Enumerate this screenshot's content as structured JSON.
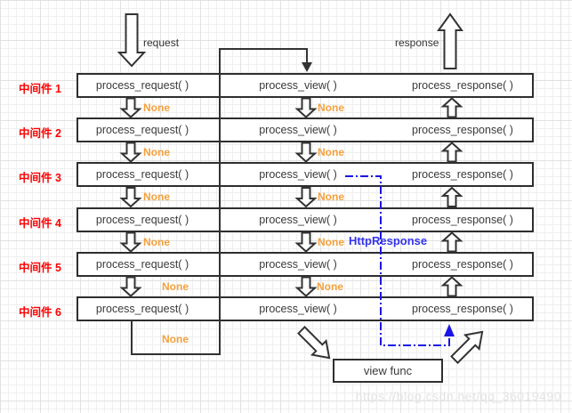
{
  "diagram": {
    "request_label": "request",
    "response_label": "response",
    "none_label": "None",
    "http_response_label": "HttpResponse",
    "view_func_label": "view func",
    "watermark": "https://blog.csdn.net/qq_36019490",
    "colors": {
      "middleware_label": "#ff0000",
      "none_label": "#f5a03c",
      "http_response": "#3333ee",
      "blue_line": "#1a14e6",
      "box_border": "#2e2e2e"
    },
    "rows": [
      {
        "label": "中间件 1",
        "cells": [
          "process_request( )",
          "process_view( )",
          "process_response( )"
        ]
      },
      {
        "label": "中间件 2",
        "cells": [
          "process_request( )",
          "process_view( )",
          "process_response( )"
        ]
      },
      {
        "label": "中间件 3",
        "cells": [
          "process_request( )",
          "process_view( )",
          "process_response( )"
        ]
      },
      {
        "label": "中间件 4",
        "cells": [
          "process_request( )",
          "process_view( )",
          "process_response( )"
        ]
      },
      {
        "label": "中间件 5",
        "cells": [
          "process_request( )",
          "process_view( )",
          "process_response( )"
        ]
      },
      {
        "label": "中间件 6",
        "cells": [
          "process_request( )",
          "process_view( )",
          "process_response( )"
        ]
      }
    ]
  }
}
